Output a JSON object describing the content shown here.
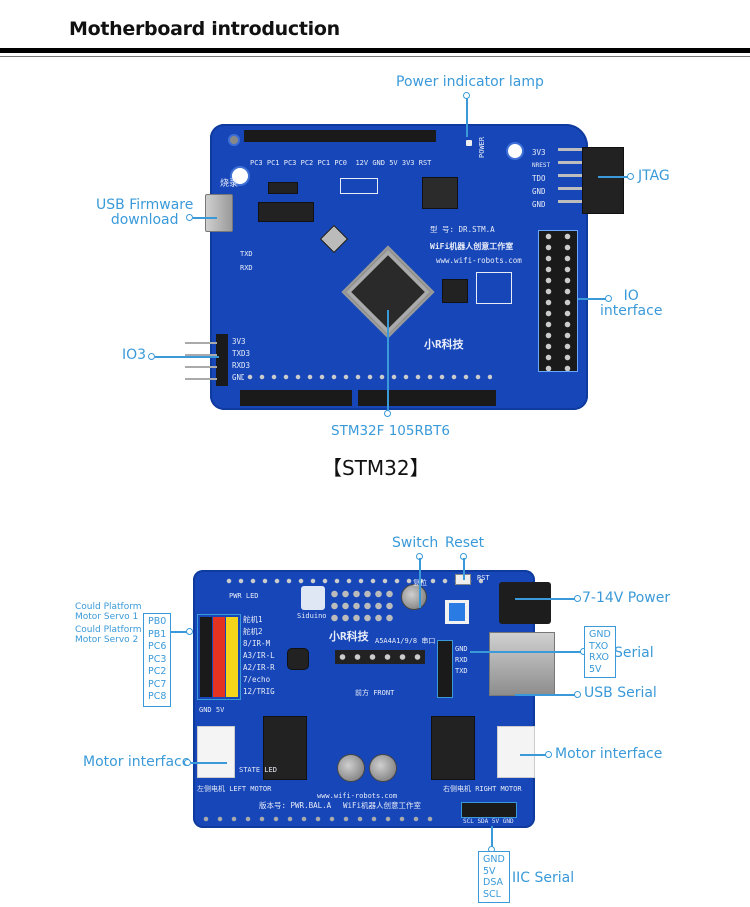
{
  "header": {
    "title": "Motherboard introduction"
  },
  "stm32_section": {
    "caption": "【STM32】",
    "callouts": {
      "power_lamp": "Power indicator lamp",
      "usb_firmware_line1": "USB Firmware",
      "usb_firmware_line2": "download",
      "jtag": "JTAG",
      "io_line1": "IO",
      "io_line2": "interface",
      "io3": "IO3",
      "mcu": "STM32F 105RBT6"
    },
    "board_silkscreen": {
      "model": "型 号: DR.STM.A",
      "studio": "WiFi机器人创意工作室",
      "url": "www.wifi-robots.com",
      "brand": "小R科技",
      "burn": "烧录",
      "power": "POWER",
      "jtag_pins": [
        "3V3",
        "NREST",
        "TDO",
        "GND",
        "GND"
      ],
      "io3_pins": [
        "3V3",
        "TXD3",
        "RXD3",
        "GND"
      ],
      "top_pins": [
        "PC3",
        "PC1",
        "PC3",
        "PC2",
        "PC1",
        "PC0",
        "12V",
        "GND",
        "5V",
        "3V3",
        "RST"
      ],
      "txd": "TXD",
      "rxd": "RXD"
    }
  },
  "power_board_section": {
    "callouts": {
      "switch": "Switch",
      "reset": "Reset",
      "power": "7-14V Power",
      "serial": "Serial",
      "usb_serial": "USB  Serial",
      "motor_left": "Motor interface",
      "motor_right": "Motor interface",
      "iic_serial": "IIC  Serial",
      "servo1_line1": "Could Platform",
      "servo1_line2": "Motor Servo 1",
      "servo2_line1": "Could Platform",
      "servo2_line2": "Motor Servo 2"
    },
    "servo_pins": [
      "PB0",
      "PB1",
      "PC6",
      "PC3",
      "PC2",
      "PC7",
      "PC8"
    ],
    "serial_pins": [
      "GND",
      "TXO",
      "RXO",
      "5V"
    ],
    "iic_pins": [
      "GND",
      "5V",
      "DSA",
      "SCL"
    ],
    "board_silkscreen": {
      "pwr_led": "PWR LED",
      "servo_labels": [
        "舵机1",
        "舵机2",
        "8/IR-M",
        "A3/IR-L",
        "A2/IR-R",
        "7/echo",
        "12/TRIG"
      ],
      "gnd_5v": "GND  5V",
      "left_motor": "左侧电机 LEFT MOTOR",
      "right_motor": "右侧电机 RIGHT MOTOR",
      "version": "版本号: PWR.BAL.A",
      "url": "www.wifi-robots.com",
      "studio": "WiFi机器人创意工作室",
      "brand": "小R科技",
      "siduino": "Siduino",
      "reset_cn": "复位",
      "rst": "RST",
      "state_led": "STATE LED",
      "serial_cn": "A5A4A1/9/8 串口",
      "front": "前方 FRONT",
      "serial_pins_board": [
        "GND",
        "RXD",
        "TXD"
      ],
      "iic_pins_board": "SCL SDA 5V GND"
    }
  },
  "colors": {
    "accent": "#3a9ad9",
    "board_blue": "#1646b8",
    "heading": "#111111"
  }
}
